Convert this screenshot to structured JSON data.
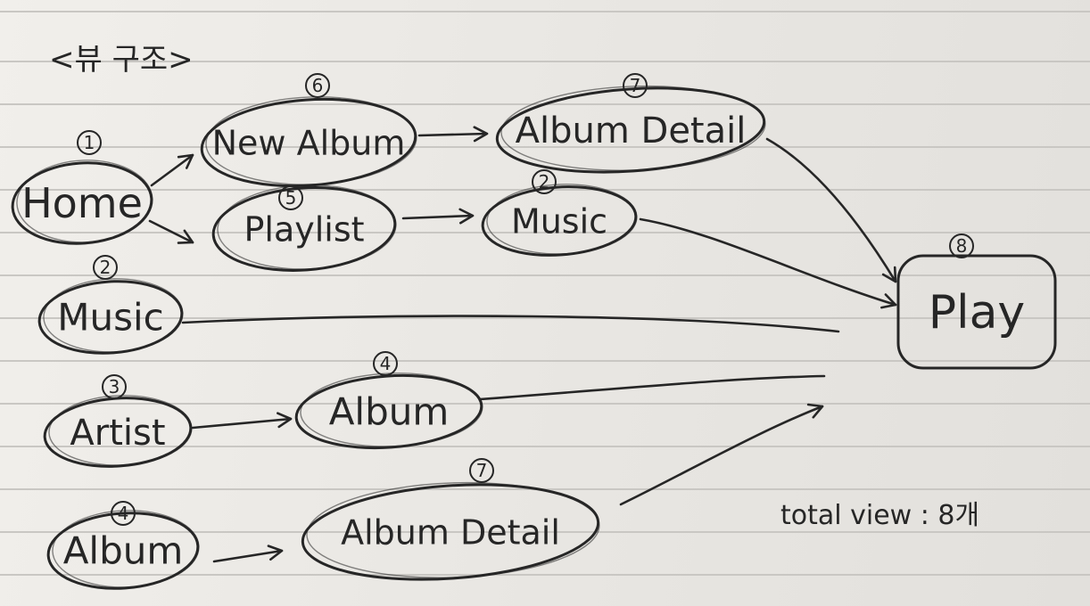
{
  "title": "<뷰 구조>",
  "nodes": [
    {
      "id": "home",
      "label": "Home",
      "number": "1"
    },
    {
      "id": "new-album",
      "label": "New Album",
      "number": "6"
    },
    {
      "id": "album-detail-top",
      "label": "Album Detail",
      "number": "7"
    },
    {
      "id": "playlist",
      "label": "Playlist",
      "number": "5"
    },
    {
      "id": "music-top",
      "label": "Music",
      "number": "2"
    },
    {
      "id": "play",
      "label": "Play",
      "number": "8"
    },
    {
      "id": "music",
      "label": "Music",
      "number": "2"
    },
    {
      "id": "artist",
      "label": "Artist",
      "number": "3"
    },
    {
      "id": "album-mid",
      "label": "Album",
      "number": "4"
    },
    {
      "id": "album",
      "label": "Album",
      "number": "4"
    },
    {
      "id": "album-detail-bottom",
      "label": "Album Detail",
      "number": "7"
    }
  ],
  "edges": [
    {
      "from": "home",
      "to": "new-album"
    },
    {
      "from": "home",
      "to": "playlist"
    },
    {
      "from": "new-album",
      "to": "album-detail-top"
    },
    {
      "from": "playlist",
      "to": "music-top"
    },
    {
      "from": "artist",
      "to": "album-mid"
    },
    {
      "from": "album",
      "to": "album-detail-bottom"
    },
    {
      "from": "album-detail-top",
      "to": "play"
    },
    {
      "from": "music-top",
      "to": "play"
    },
    {
      "from": "music",
      "to": "play"
    },
    {
      "from": "album-mid",
      "to": "play"
    },
    {
      "from": "album-detail-bottom",
      "to": "play"
    }
  ],
  "note": "total view : 8개"
}
